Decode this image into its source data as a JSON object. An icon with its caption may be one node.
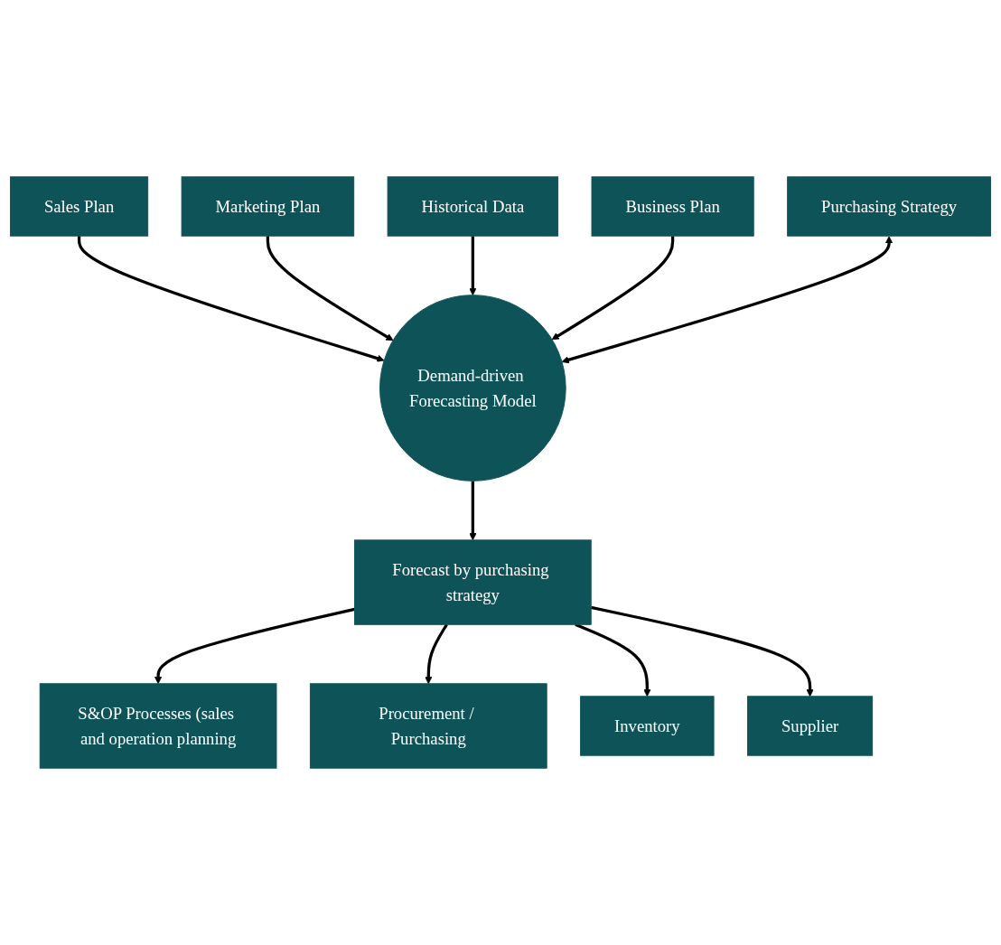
{
  "diagram": {
    "nodes": [
      {
        "text": [
          "Sales Plan"
        ]
      },
      {
        "text": [
          "Marketing Plan"
        ]
      },
      {
        "text": [
          "Historical Data"
        ]
      },
      {
        "text": [
          "Business Plan"
        ]
      },
      {
        "text": [
          "Purchasing Strategy"
        ]
      },
      {
        "text": [
          "Demand-driven Forecasting Model"
        ]
      },
      {
        "text": [
          "Forecast by purchasing strategy"
        ]
      },
      {
        "text": [
          "S&OP Processes (sales and operation planning"
        ]
      },
      {
        "text": [
          "Procurement / Purchasing"
        ]
      },
      {
        "text": [
          "Inventory"
        ]
      },
      {
        "text": [
          "Supplier"
        ]
      }
    ],
    "edges": [
      {
        "from": 0,
        "to": 5,
        "arrow": "to"
      },
      {
        "from": 1,
        "to": 5,
        "arrow": "to"
      },
      {
        "from": 2,
        "to": 5,
        "arrow": "to"
      },
      {
        "from": 3,
        "to": 5,
        "arrow": "to"
      },
      {
        "from": 4,
        "to": 5,
        "arrow": "both"
      },
      {
        "from": 5,
        "to": 6,
        "arrow": "to"
      },
      {
        "from": 6,
        "to": 7,
        "arrow": "to"
      },
      {
        "from": 6,
        "to": 8,
        "arrow": "to"
      },
      {
        "from": 6,
        "to": 9,
        "arrow": "to"
      },
      {
        "from": 6,
        "to": 10,
        "arrow": "to"
      }
    ]
  }
}
